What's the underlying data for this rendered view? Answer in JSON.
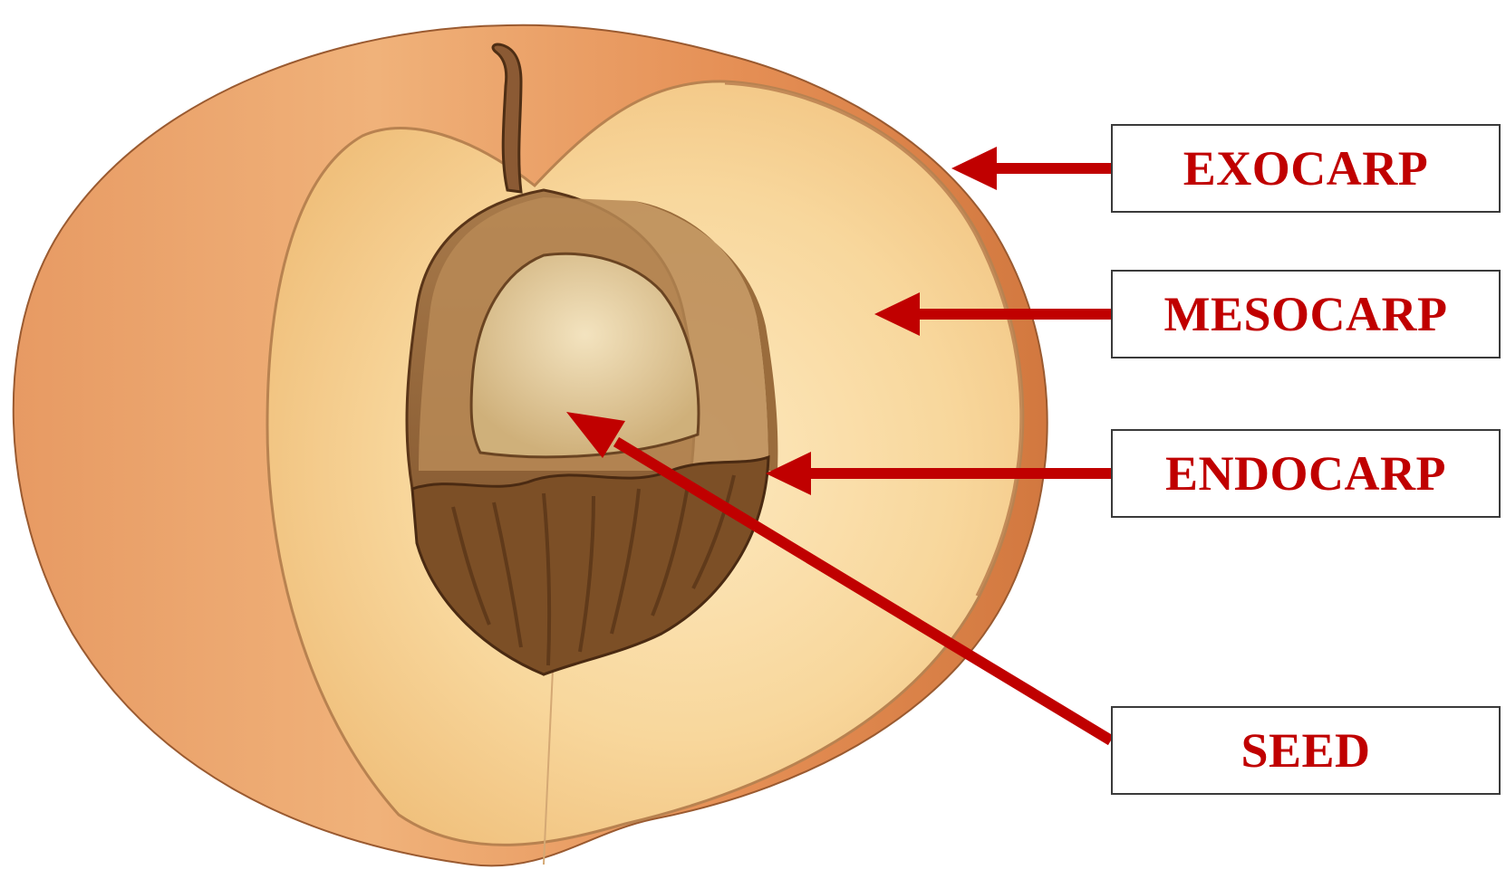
{
  "labels": {
    "exocarp": "EXOCARP",
    "mesocarp": "MESOCARP",
    "endocarp": "ENDOCARP",
    "seed": "SEED"
  },
  "colors": {
    "label_text": "#c00000",
    "arrow": "#c00000",
    "box_border": "#3a3a3a",
    "skin_outer": "#e59a60",
    "skin_dark": "#c8703a",
    "flesh": "#f7d596",
    "flesh_light": "#fbe3b3",
    "pit": "#8a5a2e",
    "pit_cut": "#b88a56",
    "seed": "#e7d2a6",
    "stem": "#8b5a34"
  },
  "icons": {
    "fruit": "peach-cross-section-illustration"
  }
}
